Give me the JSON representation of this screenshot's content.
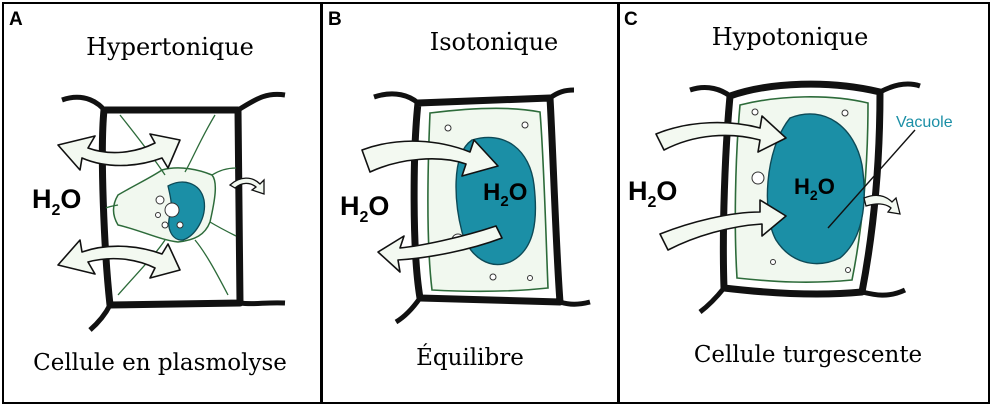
{
  "panels": [
    {
      "letter": "A",
      "title": "Hypertonique",
      "caption": "Cellule en plasmolyse",
      "water_main": "H",
      "water_sub": "2",
      "water_end": "O"
    },
    {
      "letter": "B",
      "title": "Isotonique",
      "caption": "Équilibre",
      "water_main": "H",
      "water_sub": "2",
      "water_end": "O",
      "inner_main": "H",
      "inner_sub": "2",
      "inner_end": "O"
    },
    {
      "letter": "C",
      "title": "Hypotonique",
      "caption": "Cellule turgescente",
      "water_main": "H",
      "water_sub": "2",
      "water_end": "O",
      "inner_main": "H",
      "inner_sub": "2",
      "inner_end": "O",
      "vacuole_label": "Vacuole"
    }
  ],
  "colors": {
    "vacuole": "#1b8fa6",
    "cytoplasm": "#f1f8ef",
    "membrane": "#2d6b3a",
    "wall": "#111111",
    "arrow_fill": "#f3f9f1",
    "label_accent": "#1b8fa6"
  }
}
